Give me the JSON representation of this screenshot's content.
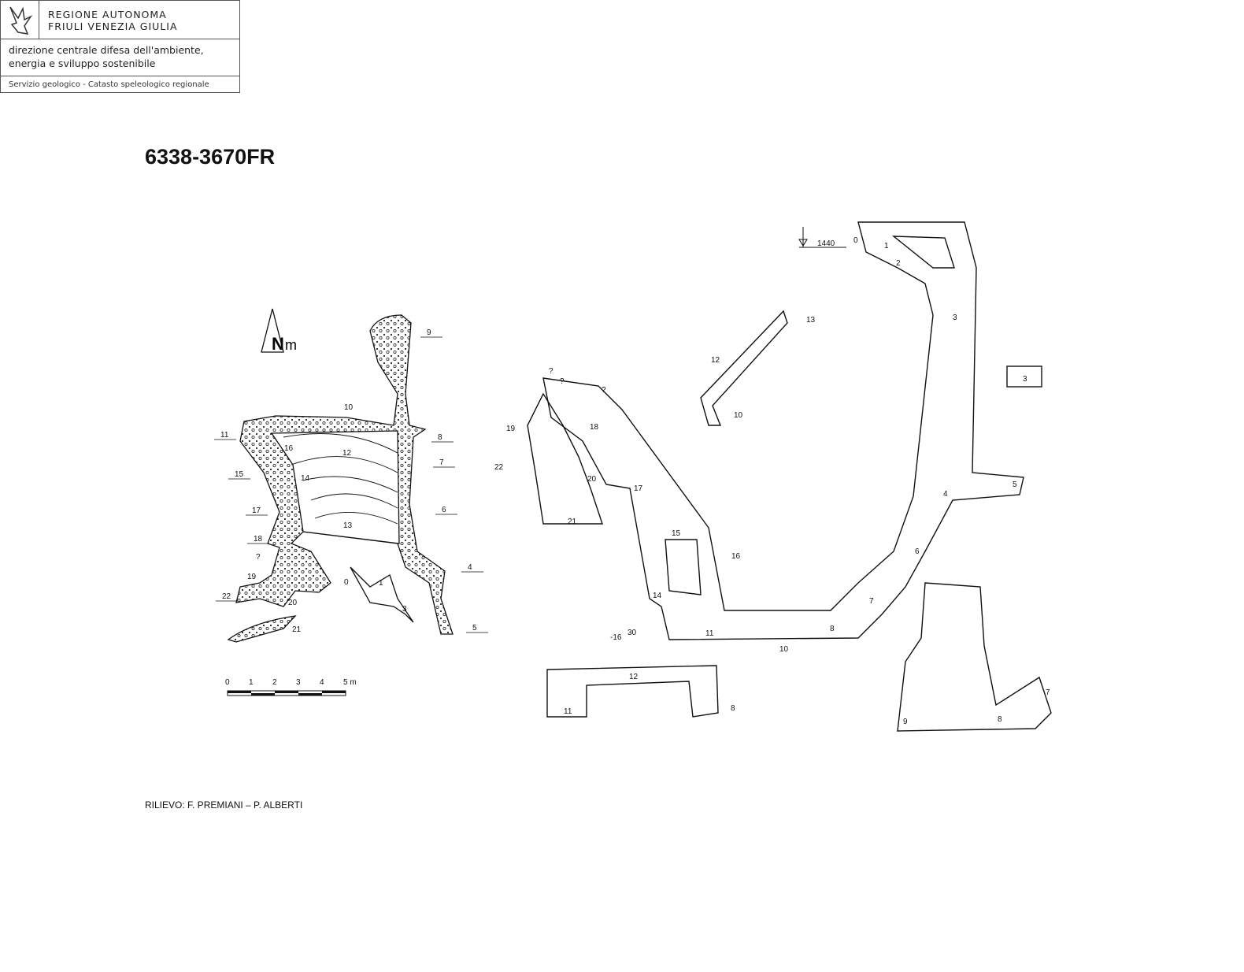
{
  "header": {
    "org_line1": "REGIONE AUTONOMA",
    "org_line2": "FRIULI VENEZIA GIULIA",
    "directorate_line1": "DIREZIONE CENTRALE DIFESA DELL'AMBIENTE,",
    "directorate_line2": "ENERGIA E SVILUPPO SOSTENIBILE",
    "service": "Servizio geologico - Catasto speleologico regionale"
  },
  "cave_code": "6338-3670FR",
  "north_arrow": {
    "letter": "N",
    "suffix": "m"
  },
  "scale_bar": {
    "ticks": [
      "0",
      "1",
      "2",
      "3",
      "4",
      "5 m"
    ]
  },
  "plan_labels": [
    "9",
    "10",
    "11",
    "8",
    "16",
    "12",
    "7",
    "15",
    "14",
    "6",
    "17",
    "13",
    "18",
    "?",
    "4",
    "0",
    "1",
    "19",
    "22",
    "20",
    "3",
    "5",
    "21"
  ],
  "section_labels": [
    "1440",
    "0",
    "1",
    "2",
    "3",
    "13",
    "12",
    "10",
    "3",
    "19",
    "18",
    "22",
    "20",
    "17",
    "21",
    "15",
    "16",
    "4",
    "5",
    "6",
    "7",
    "14",
    "-16",
    "30",
    "11",
    "8",
    "10",
    "12",
    "11",
    "8",
    "9",
    "8",
    "7",
    "?",
    "?",
    "?"
  ],
  "credit": "RILIEVO: F. PREMIANI – P. ALBERTI"
}
